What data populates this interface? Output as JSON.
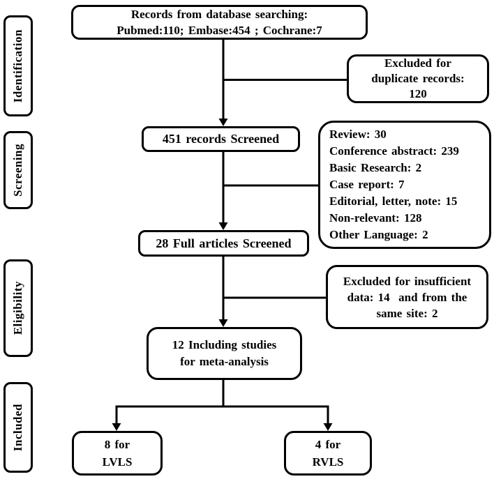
{
  "colors": {
    "ink": "#000000",
    "background": "#ffffff"
  },
  "sidebar": {
    "stages": [
      {
        "label": "Identification"
      },
      {
        "label": "Screening"
      },
      {
        "label": "Eligibility"
      },
      {
        "label": "Included"
      }
    ]
  },
  "flow": {
    "records": {
      "line1": "Records from database searching:",
      "line2": "Pubmed:110; Embase:454 ; Cochrane:7"
    },
    "screened": {
      "label": "451 records Screened"
    },
    "full_articles": {
      "label": "28 Full articles Screened"
    },
    "meta_analysis": {
      "line1": "12 Including studies",
      "line2": "for meta-analysis"
    },
    "lvls": {
      "line1": "8 for",
      "line2": "LVLS"
    },
    "rvls": {
      "line1": "4 for",
      "line2": "RVLS"
    }
  },
  "exclusions": {
    "duplicates": {
      "line1": "Excluded for",
      "line2": "duplicate records:",
      "line3": "120"
    },
    "screening_reasons": {
      "items": [
        "Review: 30",
        "Conference abstract: 239",
        "Basic Research: 2",
        "Case report: 7",
        "Editorial, letter, note: 15",
        "Non-relevant: 128",
        "Other Language: 2"
      ]
    },
    "insufficient": {
      "line1": "Excluded for insufficient",
      "line2": "data: 14  and from the",
      "line3": "same site: 2"
    }
  }
}
